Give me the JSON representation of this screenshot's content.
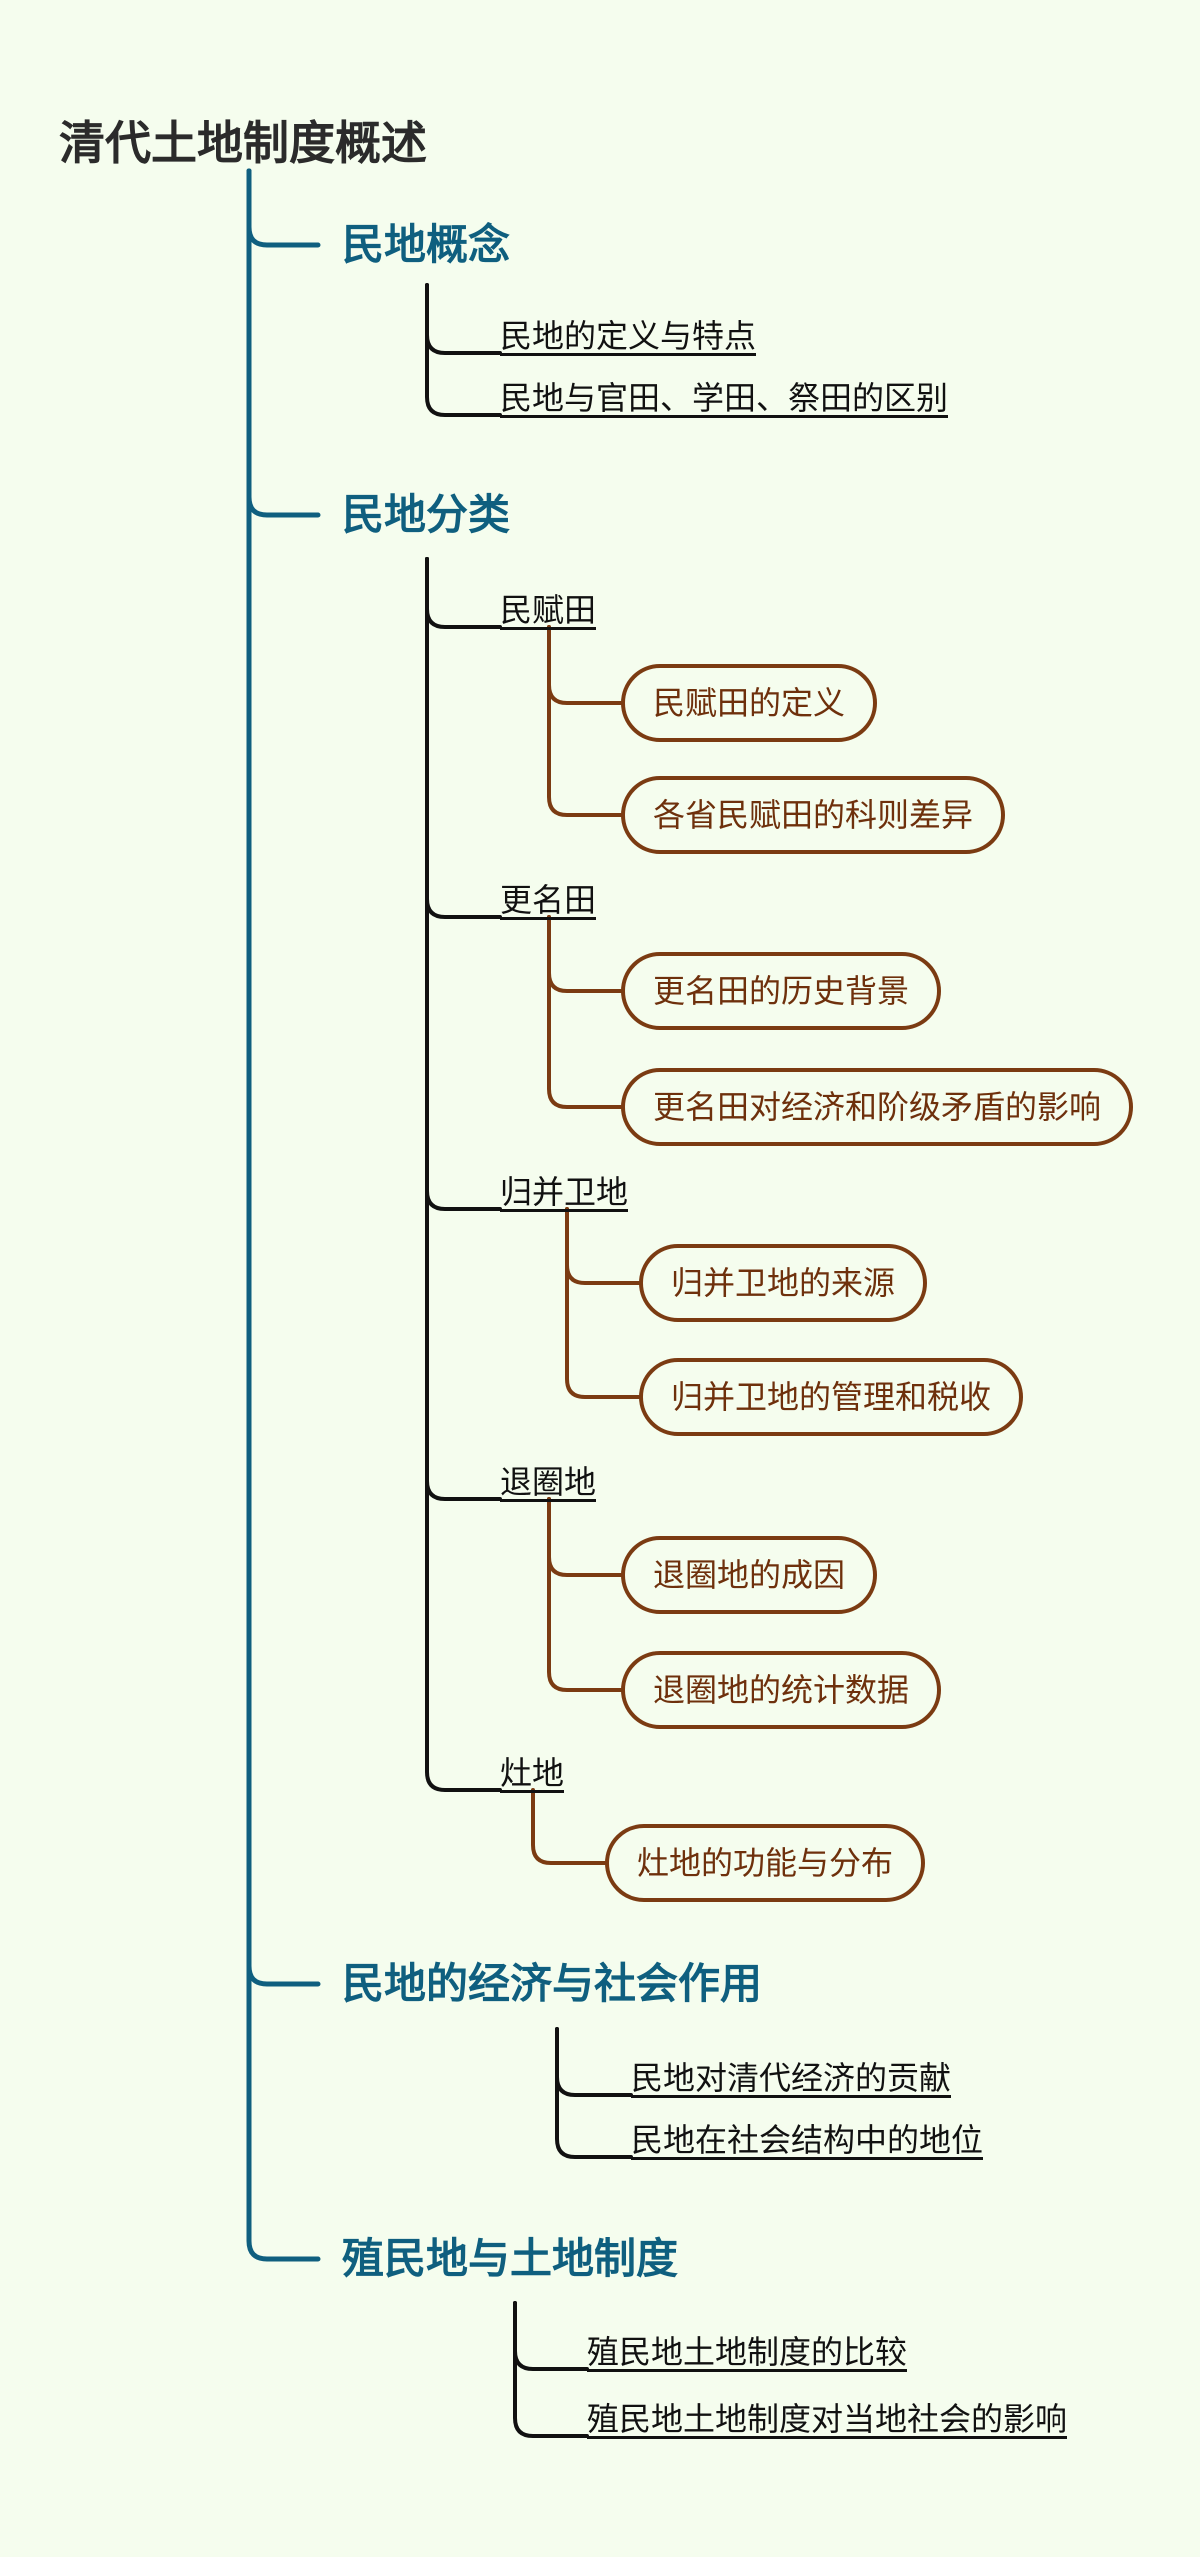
{
  "colors": {
    "background": "#f5fdee",
    "level1": "#0f5f7f",
    "level2": "#111111",
    "level3": "#7b3b12"
  },
  "root": {
    "label": "清代土地制度概述"
  },
  "branches": [
    {
      "label": "民地概念",
      "children": [
        {
          "label": "民地的定义与特点"
        },
        {
          "label": "民地与官田、学田、祭田的区别"
        }
      ]
    },
    {
      "label": "民地分类",
      "children": [
        {
          "label": "民赋田",
          "children": [
            {
              "label": "民赋田的定义"
            },
            {
              "label": "各省民赋田的科则差异"
            }
          ]
        },
        {
          "label": "更名田",
          "children": [
            {
              "label": "更名田的历史背景"
            },
            {
              "label": "更名田对经济和阶级矛盾的影响"
            }
          ]
        },
        {
          "label": "归并卫地",
          "children": [
            {
              "label": "归并卫地的来源"
            },
            {
              "label": "归并卫地的管理和税收"
            }
          ]
        },
        {
          "label": "退圈地",
          "children": [
            {
              "label": "退圈地的成因"
            },
            {
              "label": "退圈地的统计数据"
            }
          ]
        },
        {
          "label": "灶地",
          "children": [
            {
              "label": "灶地的功能与分布"
            }
          ]
        }
      ]
    },
    {
      "label": "民地的经济与社会作用",
      "children": [
        {
          "label": "民地对清代经济的贡献"
        },
        {
          "label": "民地在社会结构中的地位"
        }
      ]
    },
    {
      "label": "殖民地与土地制度",
      "children": [
        {
          "label": "殖民地土地制度的比较"
        },
        {
          "label": "殖民地土地制度对当地社会的影响"
        }
      ]
    }
  ]
}
